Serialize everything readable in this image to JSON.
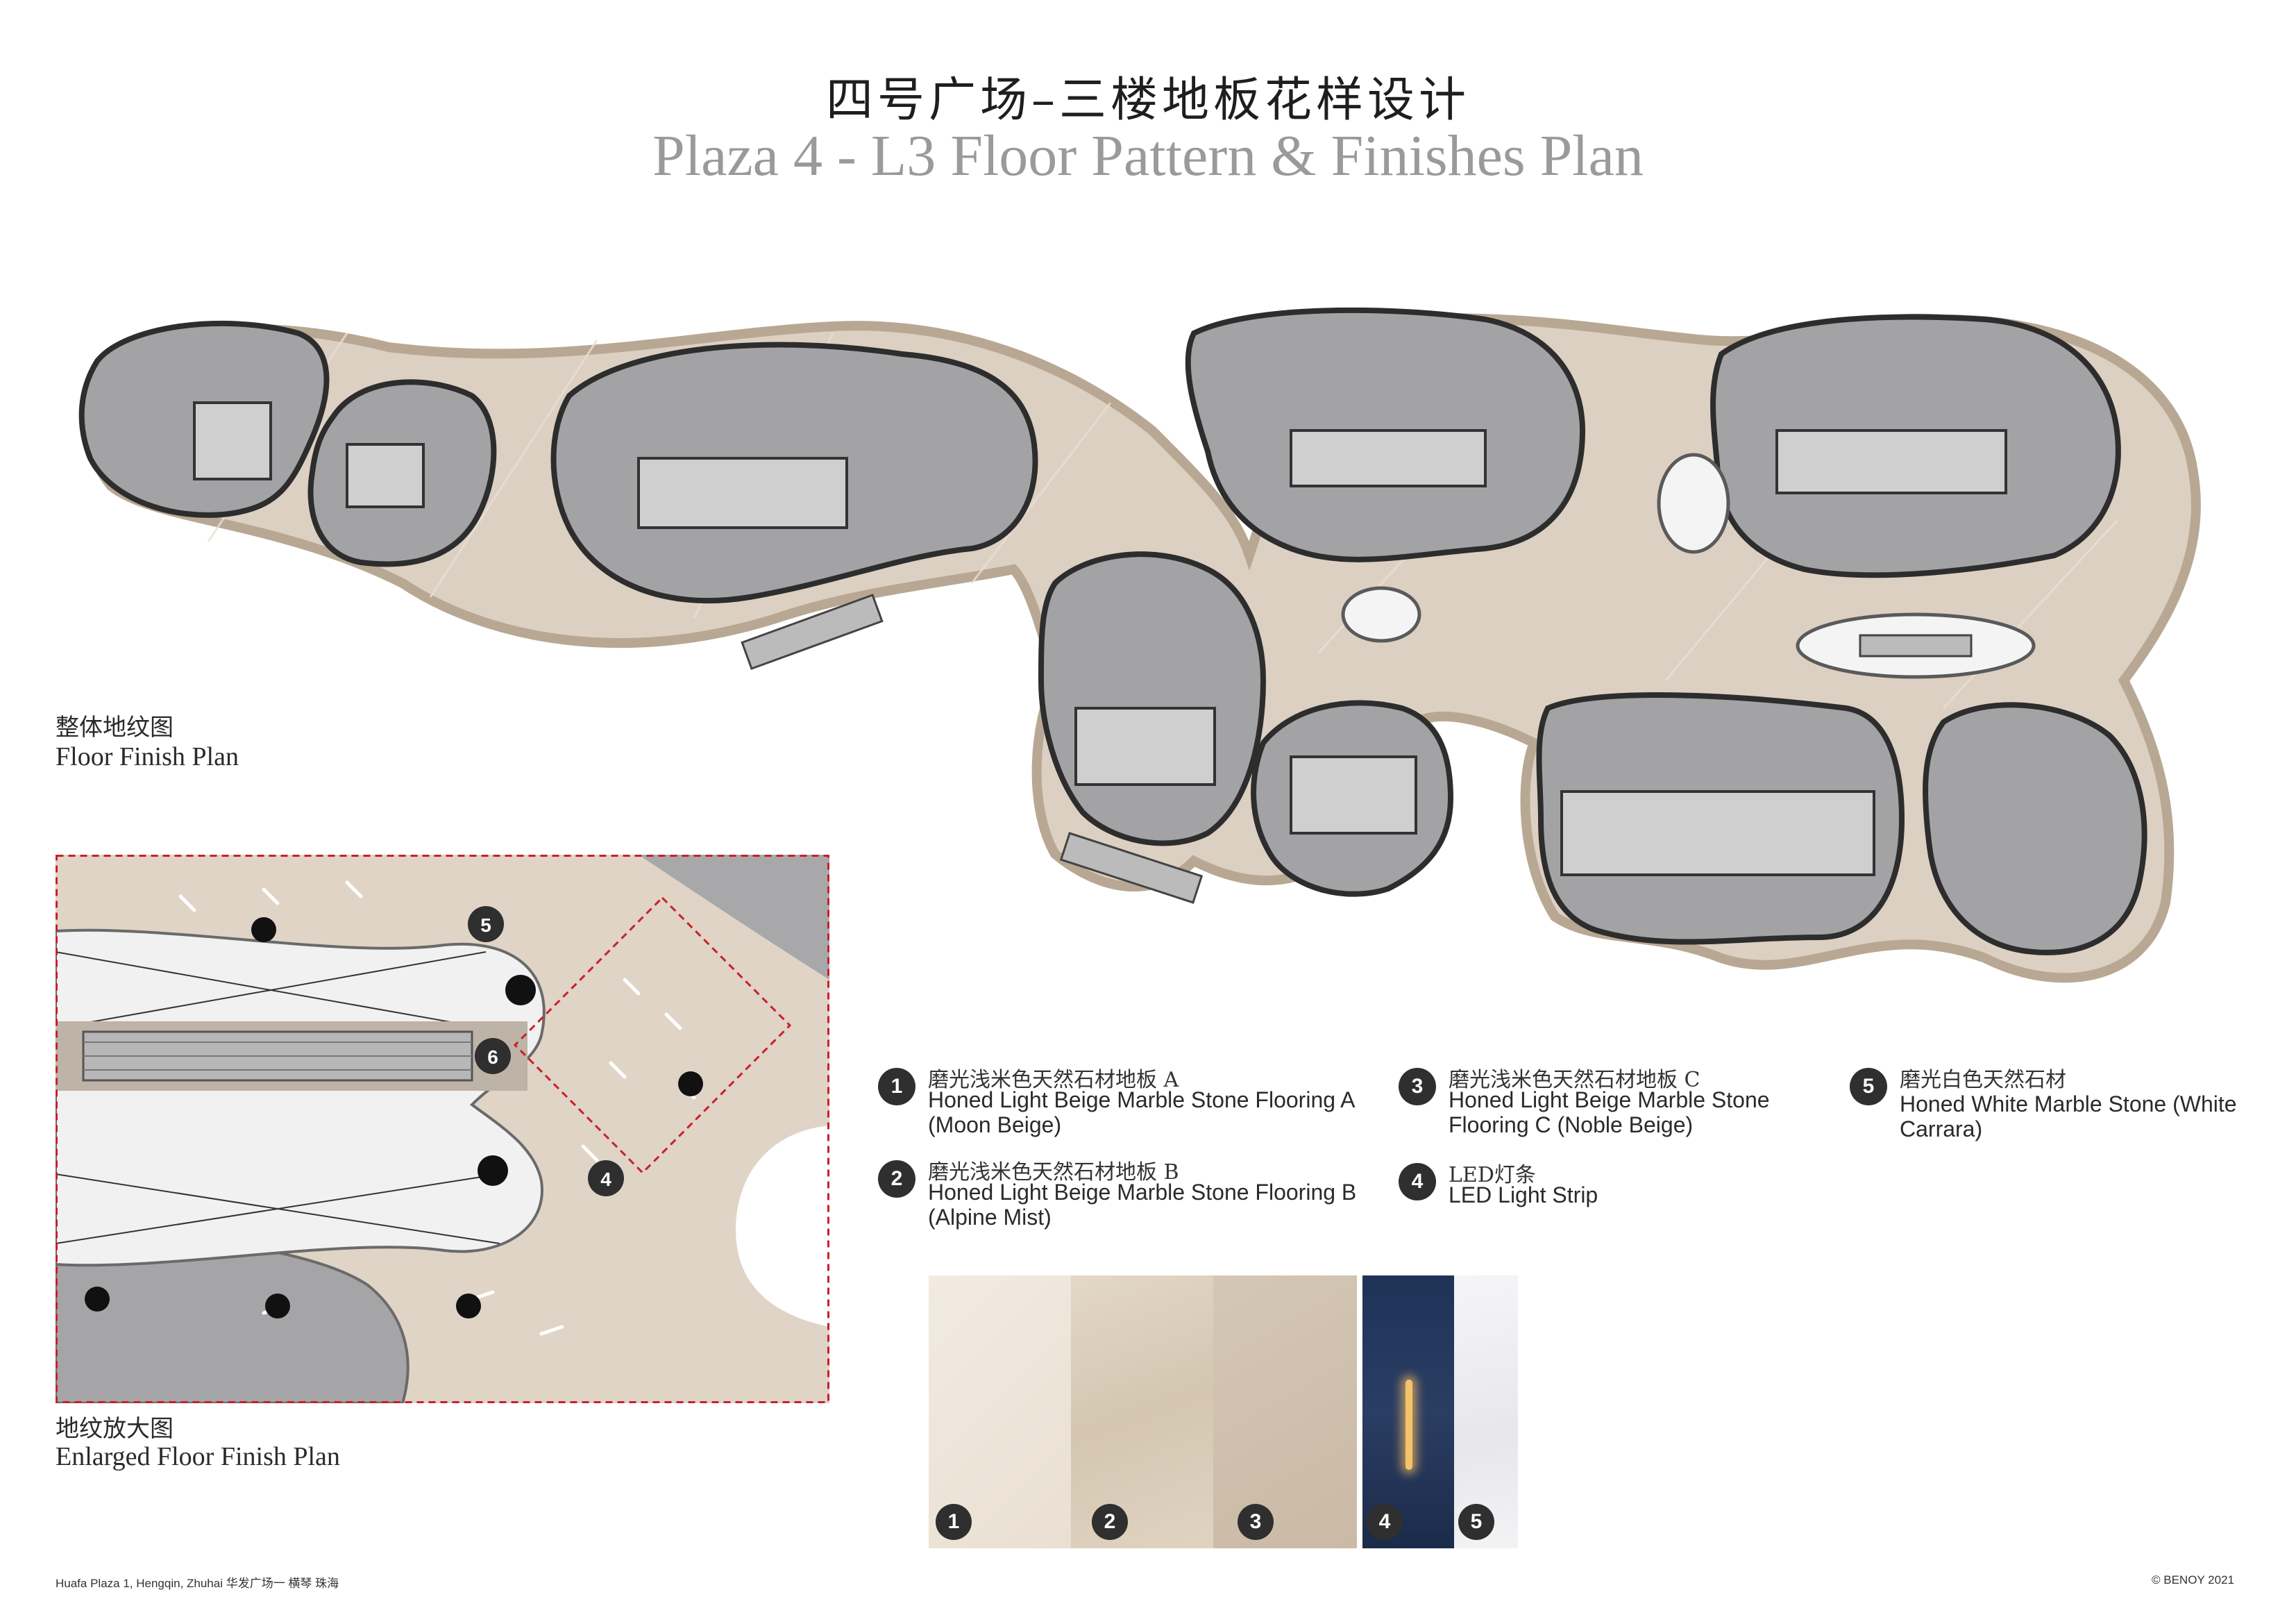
{
  "title": {
    "zh": "四号广场–三楼地板花样设计",
    "en": "Plaza 4 - L3 Floor Pattern & Finishes Plan"
  },
  "floor_plan": {
    "caption_zh": "整体地纹图",
    "caption_en": "Floor Finish Plan"
  },
  "enlarged_plan": {
    "caption_zh": "地纹放大图",
    "caption_en": "Enlarged Floor Finish Plan",
    "markers": [
      "5",
      "6",
      "4"
    ]
  },
  "legend": [
    {
      "num": "1",
      "zh": "磨光浅米色天然石材地板 A",
      "en": "Honed Light Beige Marble Stone Flooring A (Moon Beige)"
    },
    {
      "num": "2",
      "zh": "磨光浅米色天然石材地板 B",
      "en": "Honed Light Beige Marble Stone Flooring B (Alpine Mist)"
    },
    {
      "num": "3",
      "zh": "磨光浅米色天然石材地板 C",
      "en": "Honed Light Beige Marble Stone Flooring C (Noble Beige)"
    },
    {
      "num": "4",
      "zh": "LED灯条",
      "en": "LED Light Strip"
    },
    {
      "num": "5",
      "zh": "磨光白色天然石材",
      "en": "Honed White Marble Stone (White Carrara)"
    }
  ],
  "swatches": [
    {
      "num": "1",
      "color": "#eee5d9"
    },
    {
      "num": "2",
      "color": "#ddd0bc"
    },
    {
      "num": "3",
      "color": "#cfc0ad"
    },
    {
      "num": "4",
      "color": "#24365a"
    },
    {
      "num": "5",
      "color": "#f1f1f3"
    }
  ],
  "footer": {
    "left": "Huafa Plaza 1, Hengqin, Zhuhai   华发广场一  横琴  珠海",
    "right": "© BENOY 2021"
  },
  "colors": {
    "tenant": "#a3a3a5",
    "floor": "#dcd0c2",
    "edge": "#b8a893",
    "outline": "#2d2d2d"
  }
}
